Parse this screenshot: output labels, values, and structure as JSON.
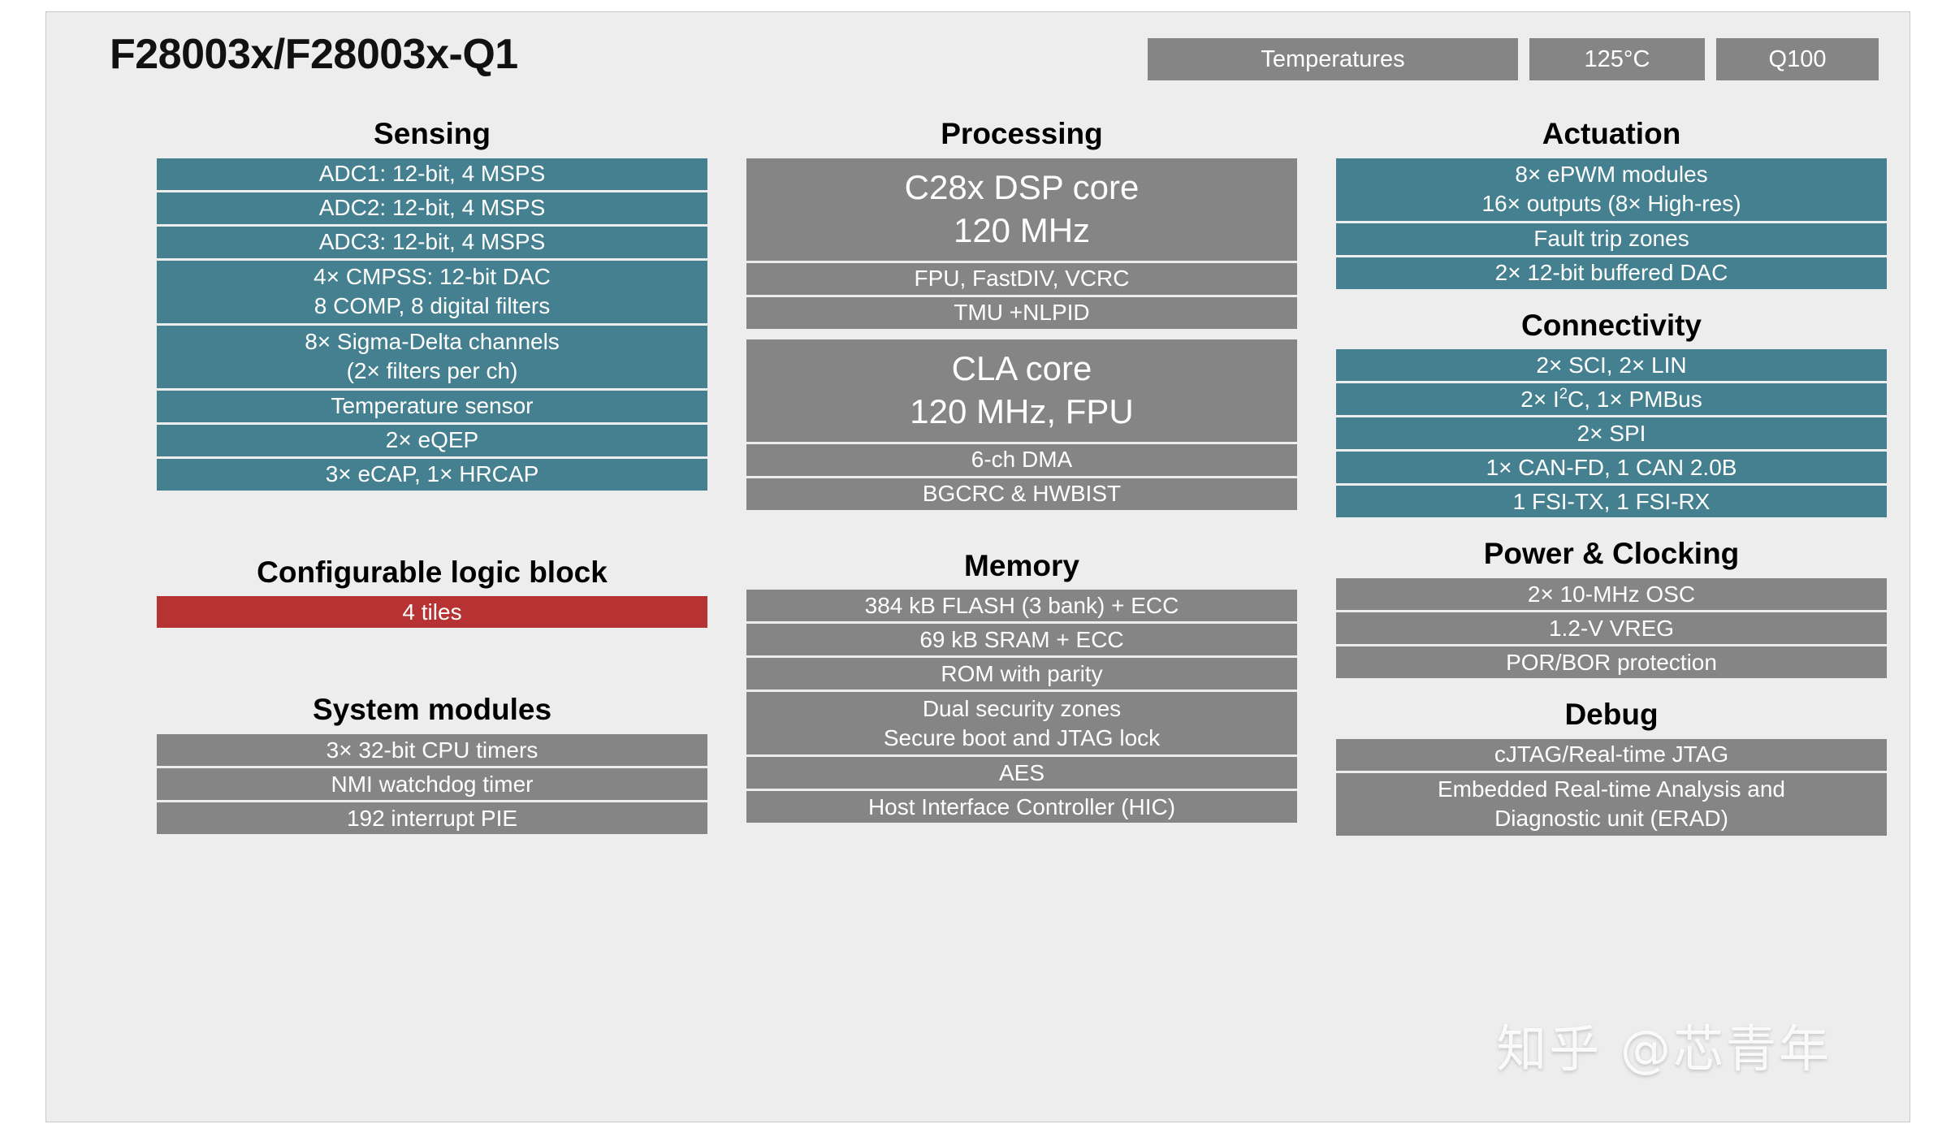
{
  "header": {
    "title": "F28003x/F28003x-Q1",
    "badges": [
      {
        "label": "Temperatures"
      },
      {
        "label": "125°C"
      },
      {
        "label": "Q100"
      }
    ]
  },
  "watermark": "知乎 @芯青年",
  "colors": {
    "teal": "#44808f",
    "gray": "#858585",
    "red": "#b73232",
    "card_background": "#eeeded",
    "page_background": "#ffffff",
    "title_text": "#111111",
    "block_text": "#ffffff"
  },
  "columns": {
    "left": {
      "groups": [
        {
          "title": "Sensing",
          "blocks": [
            {
              "color": "teal",
              "lines": [
                "ADC1: 12-bit, 4 MSPS"
              ]
            },
            {
              "color": "teal",
              "lines": [
                "ADC2: 12-bit, 4 MSPS"
              ]
            },
            {
              "color": "teal",
              "lines": [
                "ADC3: 12-bit, 4 MSPS"
              ]
            },
            {
              "color": "teal",
              "lines": [
                "4× CMPSS: 12-bit DAC",
                "8 COMP,  8 digital filters"
              ]
            },
            {
              "color": "teal",
              "lines": [
                "8× Sigma-Delta channels",
                "(2× filters per ch)"
              ]
            },
            {
              "color": "teal",
              "lines": [
                "Temperature sensor"
              ]
            },
            {
              "color": "teal",
              "lines": [
                "2× eQEP"
              ]
            },
            {
              "color": "teal",
              "lines": [
                "3× eCAP, 1× HRCAP"
              ]
            }
          ]
        },
        {
          "title": "Configurable logic block",
          "blocks": [
            {
              "color": "red",
              "lines": [
                "4 tiles"
              ]
            }
          ]
        },
        {
          "title": "System modules",
          "blocks": [
            {
              "color": "gray",
              "lines": [
                "3× 32-bit CPU timers"
              ]
            },
            {
              "color": "gray",
              "lines": [
                "NMI watchdog timer"
              ]
            },
            {
              "color": "gray",
              "lines": [
                "192 interrupt PIE"
              ]
            }
          ]
        }
      ]
    },
    "middle": {
      "groups": [
        {
          "title": "Processing",
          "blocks": [
            {
              "color": "gray",
              "big": true,
              "lines": [
                "C28x DSP core",
                "120 MHz"
              ]
            },
            {
              "color": "gray",
              "lines": [
                "FPU, FastDIV, VCRC"
              ]
            },
            {
              "color": "gray",
              "lines": [
                "TMU +NLPID"
              ]
            },
            {
              "color": "gray",
              "big": true,
              "lines": [
                "CLA core",
                "120 MHz, FPU"
              ]
            },
            {
              "color": "gray",
              "lines": [
                "6-ch DMA"
              ]
            },
            {
              "color": "gray",
              "lines": [
                "BGCRC & HWBIST"
              ]
            }
          ]
        },
        {
          "title": "Memory",
          "blocks": [
            {
              "color": "gray",
              "lines": [
                "384 kB FLASH (3 bank) + ECC"
              ]
            },
            {
              "color": "gray",
              "lines": [
                "69 kB SRAM + ECC"
              ]
            },
            {
              "color": "gray",
              "lines": [
                "ROM with parity"
              ]
            },
            {
              "color": "gray",
              "lines": [
                "Dual security zones",
                "Secure boot and JTAG lock"
              ]
            },
            {
              "color": "gray",
              "lines": [
                "AES"
              ]
            },
            {
              "color": "gray",
              "lines": [
                "Host Interface Controller (HIC)"
              ]
            }
          ]
        }
      ]
    },
    "right": {
      "groups": [
        {
          "title": "Actuation",
          "blocks": [
            {
              "color": "teal",
              "lines": [
                "8× ePWM modules",
                "16× outputs (8× High-res)"
              ]
            },
            {
              "color": "teal",
              "lines": [
                "Fault trip zones"
              ]
            },
            {
              "color": "teal",
              "lines": [
                "2× 12-bit buffered DAC"
              ]
            }
          ]
        },
        {
          "title": "Connectivity",
          "blocks": [
            {
              "color": "teal",
              "lines": [
                "2× SCI, 2× LIN"
              ]
            },
            {
              "color": "teal",
              "html": "2× I<sup>2</sup>C, 1× PMBus",
              "lines": [
                "2× I2C, 1× PMBus"
              ]
            },
            {
              "color": "teal",
              "lines": [
                "2× SPI"
              ]
            },
            {
              "color": "teal",
              "lines": [
                "1× CAN-FD, 1 CAN 2.0B"
              ]
            },
            {
              "color": "teal",
              "lines": [
                "1 FSI-TX, 1 FSI-RX"
              ]
            }
          ]
        },
        {
          "title": "Power & Clocking",
          "blocks": [
            {
              "color": "gray",
              "lines": [
                "2× 10-MHz OSC"
              ]
            },
            {
              "color": "gray",
              "lines": [
                "1.2-V VREG"
              ]
            },
            {
              "color": "gray",
              "lines": [
                "POR/BOR protection"
              ]
            }
          ]
        },
        {
          "title": "Debug",
          "blocks": [
            {
              "color": "gray",
              "lines": [
                "cJTAG/Real-time JTAG"
              ]
            },
            {
              "color": "gray",
              "lines": [
                "Embedded Real-time Analysis and",
                "Diagnostic unit (ERAD)"
              ]
            }
          ]
        }
      ]
    }
  }
}
